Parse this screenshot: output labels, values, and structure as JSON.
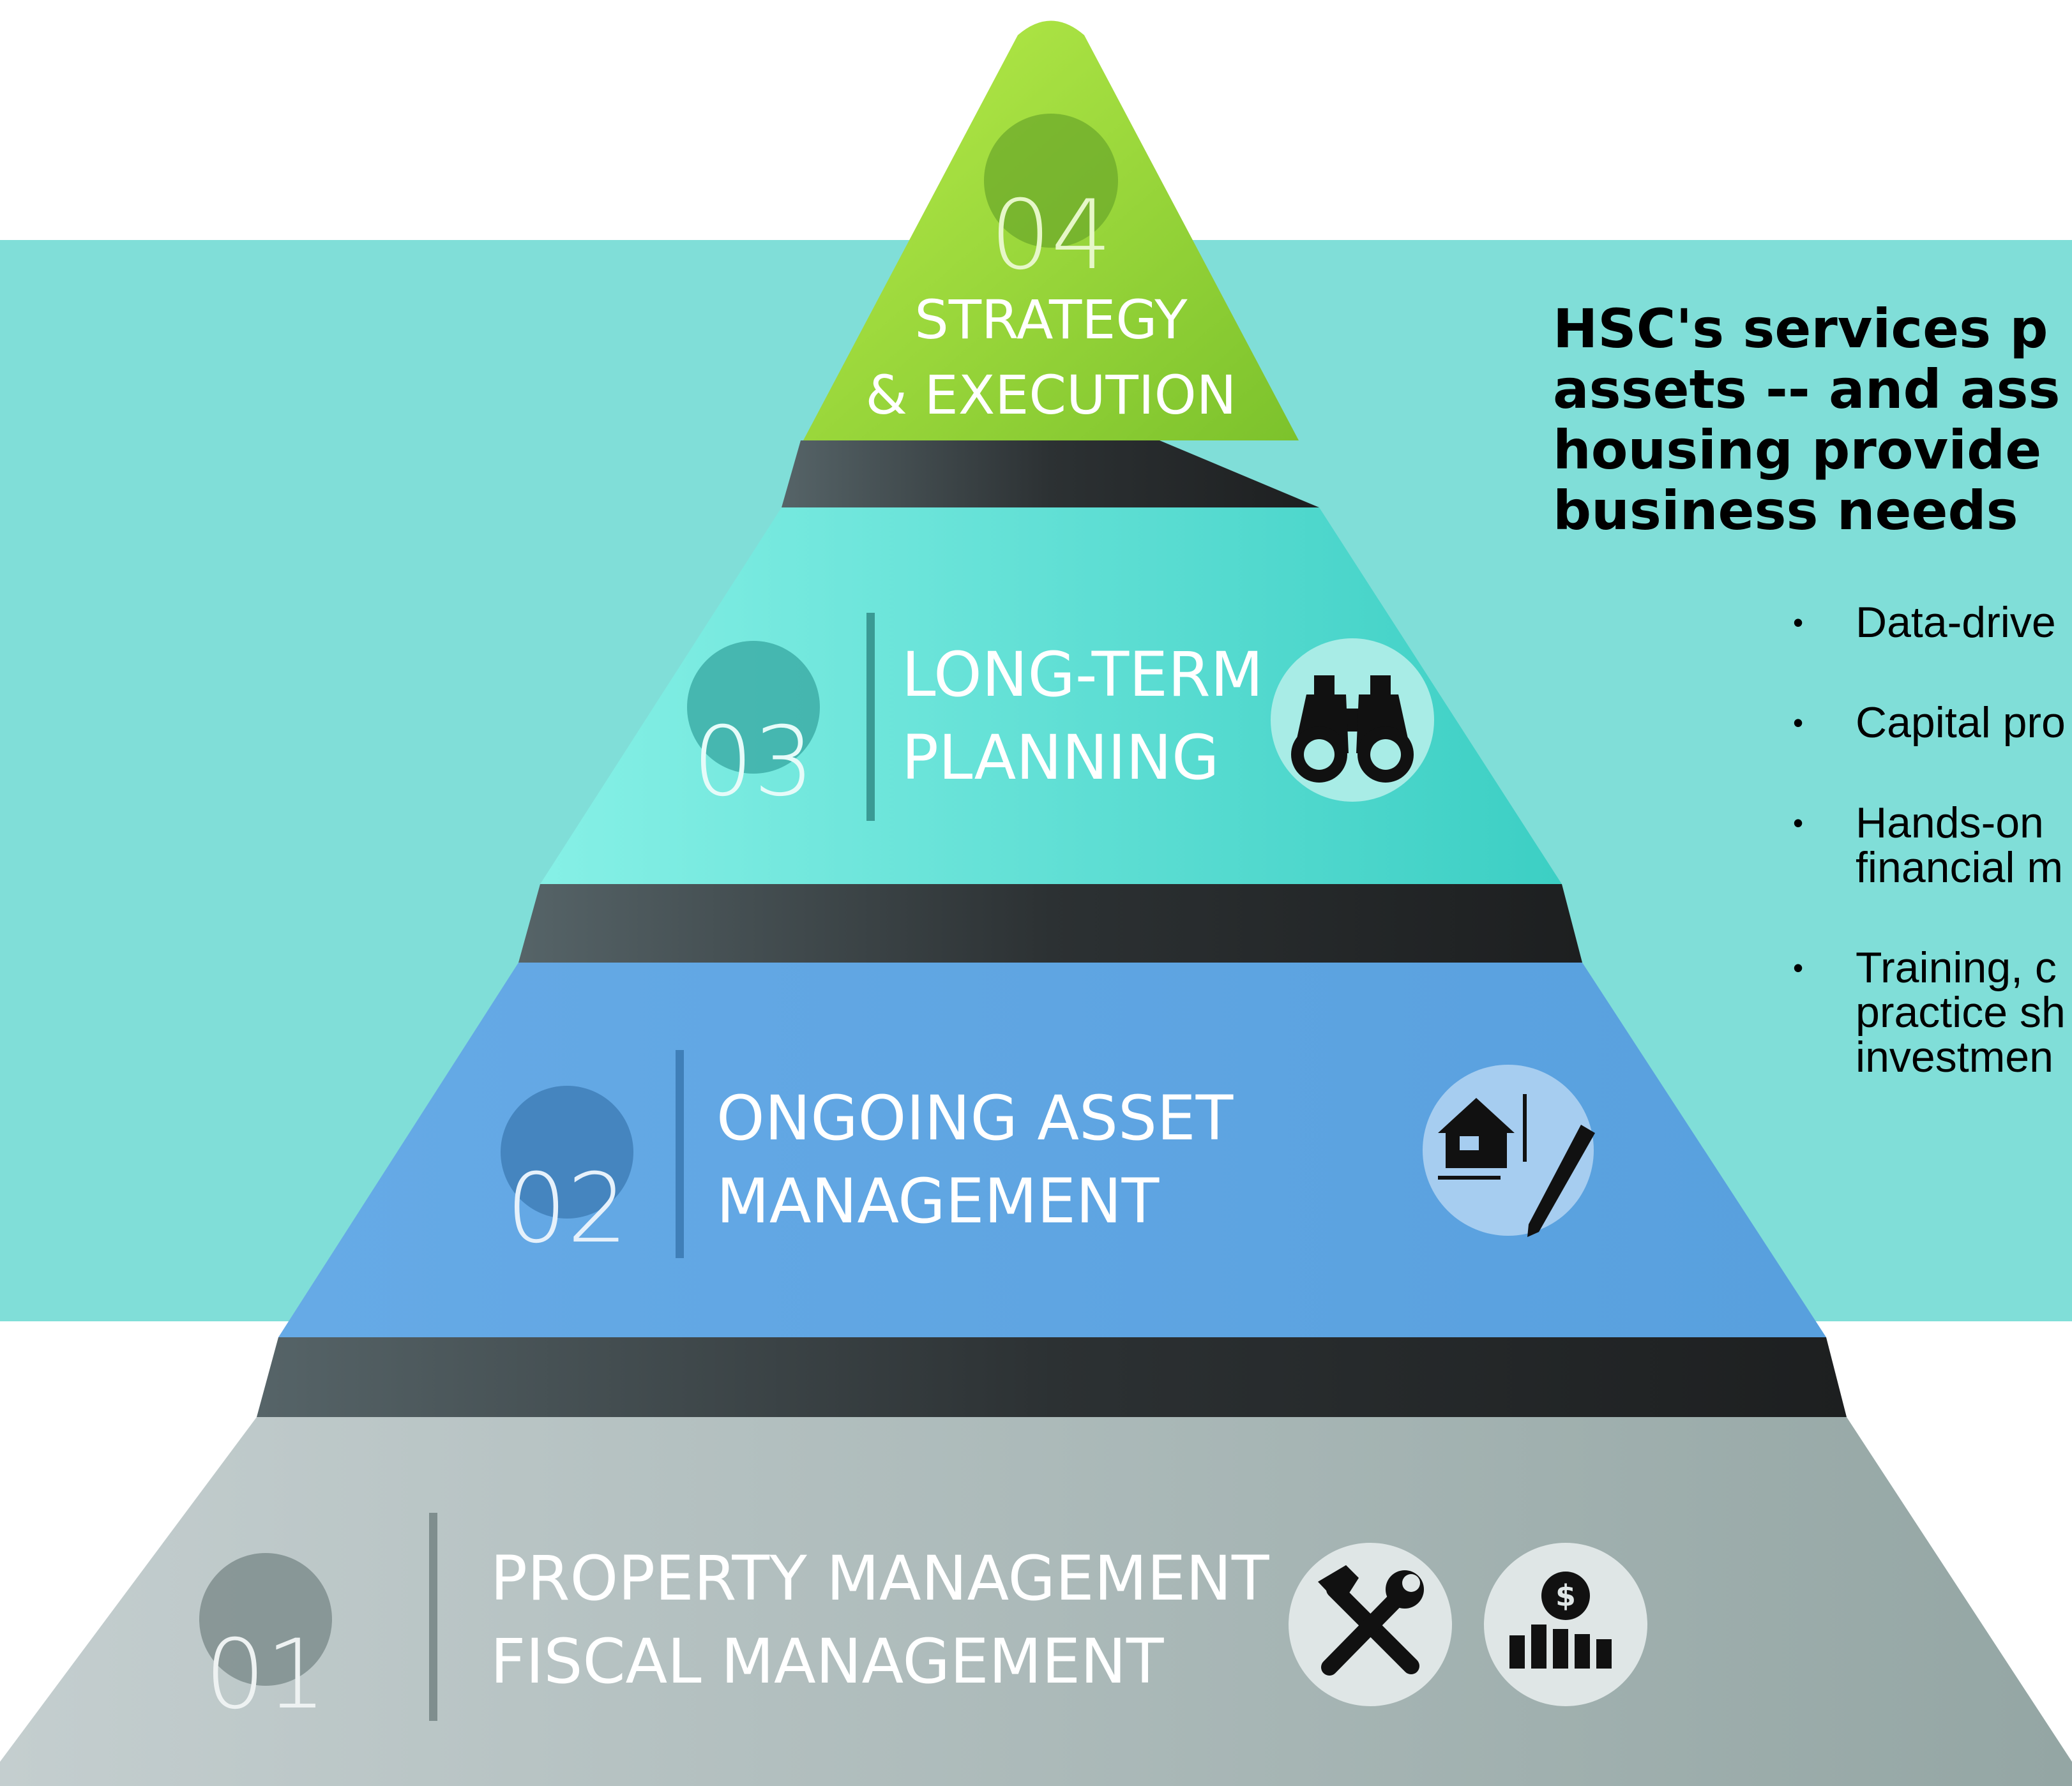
{
  "colors": {
    "band": "#80ded8",
    "tier_04": "#98d83c",
    "tier_03": "#5fe0d4",
    "tier_02": "#5ea5e2",
    "tier_01": "#aab6b5",
    "gap": "#2b2f31"
  },
  "heading_lines": [
    "HSC's services p",
    "assets -- and ass",
    "housing provide",
    "business needs"
  ],
  "bullets": [
    {
      "lines": [
        "Data-drive"
      ]
    },
    {
      "lines": [
        "Capital pro"
      ]
    },
    {
      "lines": [
        "Hands-on",
        "financial m"
      ]
    },
    {
      "lines": [
        "Training, c",
        "practice sh",
        "investmen"
      ]
    }
  ],
  "tiers": [
    {
      "number": "04",
      "lines": [
        "STRATEGY",
        "& EXECUTION"
      ],
      "icons": []
    },
    {
      "number": "03",
      "lines": [
        "LONG-TERM",
        "PLANNING"
      ],
      "icons": [
        "binoculars-icon"
      ]
    },
    {
      "number": "02",
      "lines": [
        "ONGOING ASSET",
        "MANAGEMENT"
      ],
      "icons": [
        "house-blueprint-pencil-icon"
      ]
    },
    {
      "number": "01",
      "lines": [
        "PROPERTY MANAGEMENT",
        "FISCAL MANAGEMENT"
      ],
      "icons": [
        "hammer-wrench-icon",
        "money-bag-chart-icon"
      ]
    }
  ]
}
